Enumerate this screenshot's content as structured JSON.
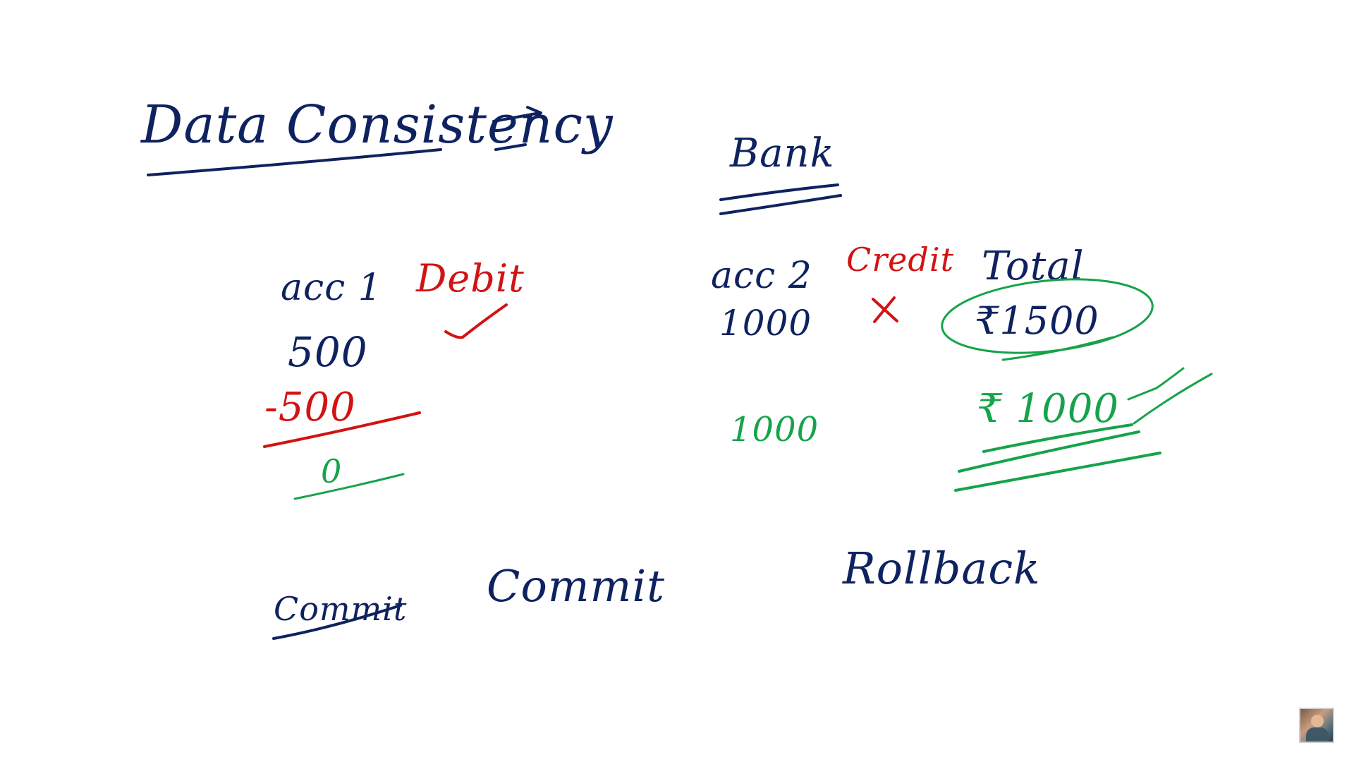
{
  "colors": {
    "ink_blue": "#0f2260",
    "ink_red": "#d21313",
    "ink_green": "#16a34a"
  },
  "title": "Data Consistency",
  "left": {
    "account_label": "acc 1",
    "operation_label": "Debit",
    "balance": "500",
    "debit_amount": "-500",
    "result": "0"
  },
  "right": {
    "heading": "Bank",
    "account_label": "acc 2",
    "operation_label": "Credit",
    "total_label": "Total",
    "balance": "1000",
    "total_wrong": "₹1500",
    "balance_after": "1000",
    "total_correct": "₹ 1000"
  },
  "bottom": {
    "struck_word": "Commit",
    "commit_label": "Commit",
    "rollback_label": "Rollback"
  },
  "icons": {
    "check": "check-icon",
    "cross": "cross-icon",
    "arrow": "arrow-right-icon",
    "avatar": "presenter-avatar"
  }
}
